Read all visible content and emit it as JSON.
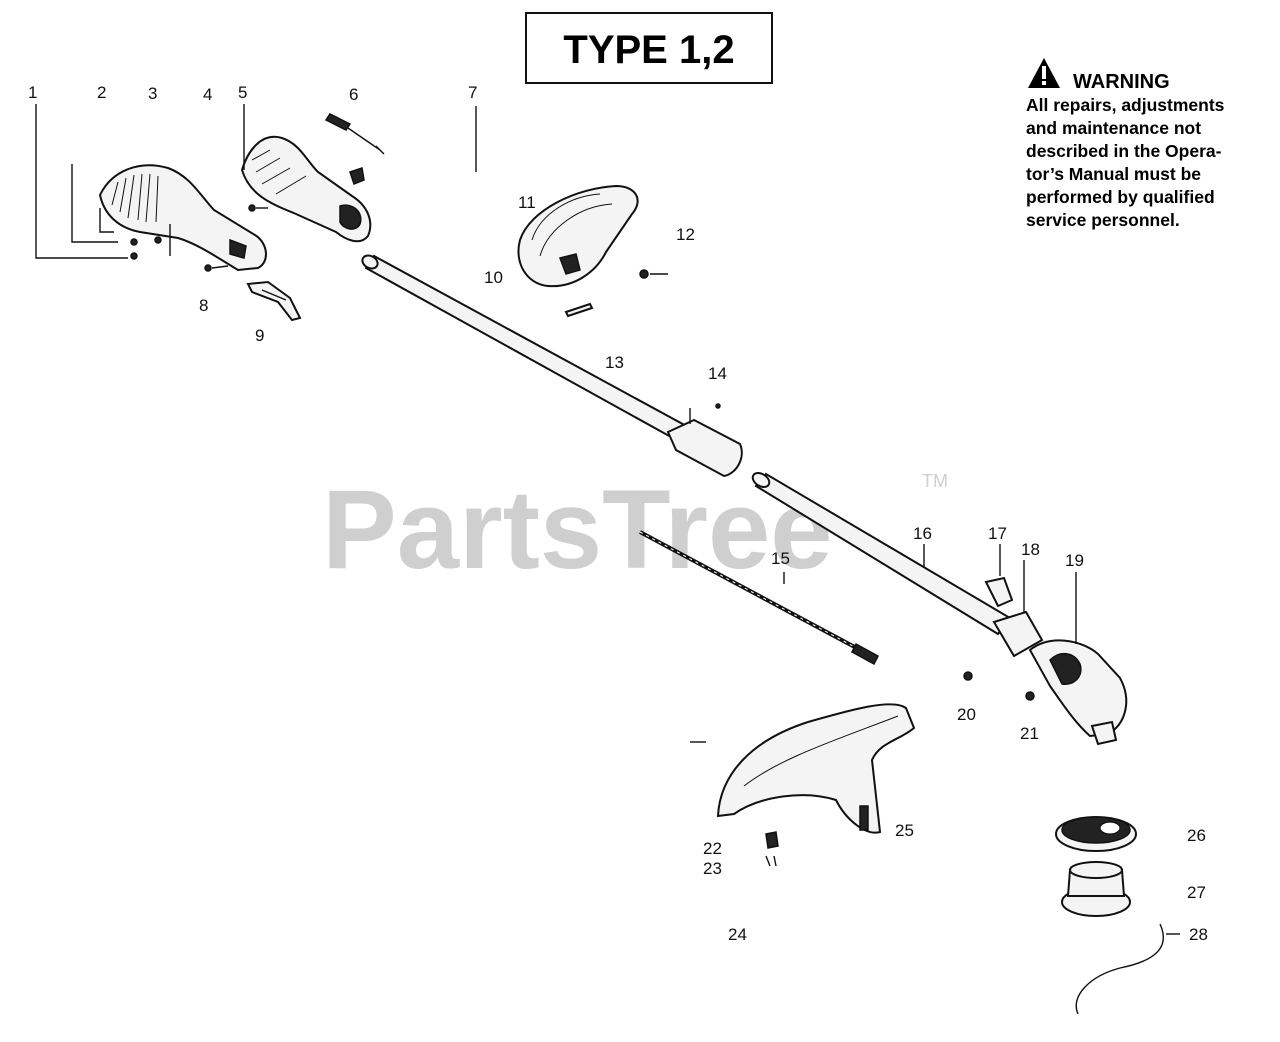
{
  "title": "TYPE 1,2",
  "warning": {
    "heading": "WARNING",
    "lines": [
      "All repairs, adjustments",
      "and maintenance not",
      "described in the Opera-",
      "tor’s Manual must be",
      "performed by qualified",
      "service personnel."
    ]
  },
  "watermark": {
    "text": "PartsTree",
    "trademark": "TM"
  },
  "part_numbers": [
    "1",
    "2",
    "3",
    "4",
    "5",
    "6",
    "7",
    "8",
    "9",
    "10",
    "11",
    "12",
    "13",
    "14",
    "15",
    "16",
    "17",
    "18",
    "19",
    "20",
    "21",
    "22",
    "23",
    "24",
    "25",
    "26",
    "27",
    "28"
  ],
  "icons": {
    "warning": "warning-triangle-icon"
  },
  "colors": {
    "ink": "#111111",
    "watermark": "#cfcfcf",
    "background": "#ffffff"
  }
}
